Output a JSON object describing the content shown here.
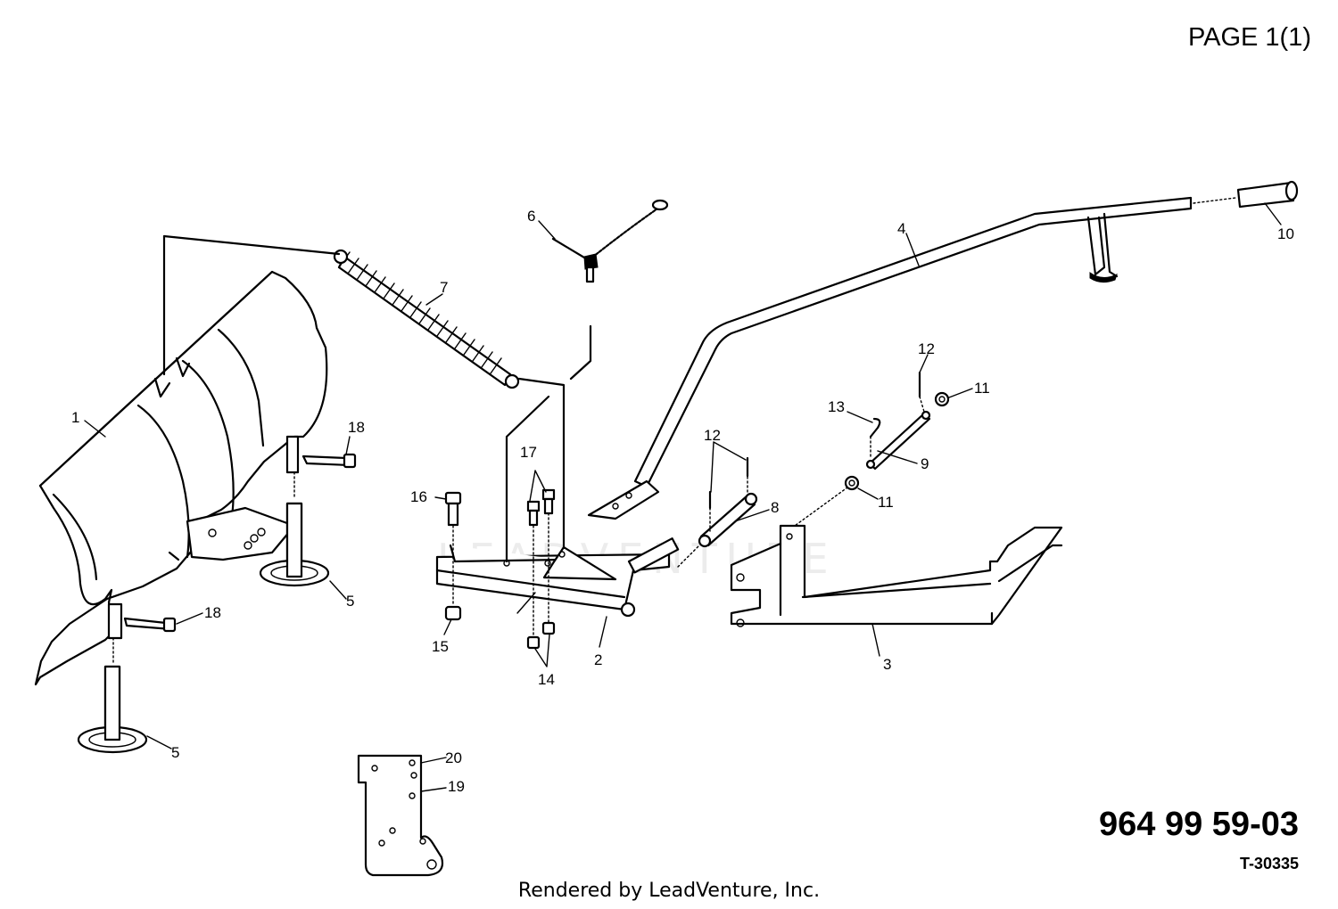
{
  "page": {
    "label": "PAGE 1(1)"
  },
  "footer": {
    "part_number": "964 99 59-03",
    "reference": "T-30335",
    "credit": "Rendered by LeadVenture, Inc."
  },
  "watermark": {
    "text": "LEADVENTURE"
  },
  "callouts": {
    "c1": "1",
    "c2": "2",
    "c3": "3",
    "c4": "4",
    "c5a": "5",
    "c5b": "5",
    "c6": "6",
    "c7": "7",
    "c8": "8",
    "c9": "9",
    "c10": "10",
    "c11a": "11",
    "c11b": "11",
    "c12a": "12",
    "c12b": "12",
    "c13": "13",
    "c14": "14",
    "c15": "15",
    "c16": "16",
    "c17": "17",
    "c18a": "18",
    "c18b": "18",
    "c19": "19",
    "c20": "20"
  }
}
